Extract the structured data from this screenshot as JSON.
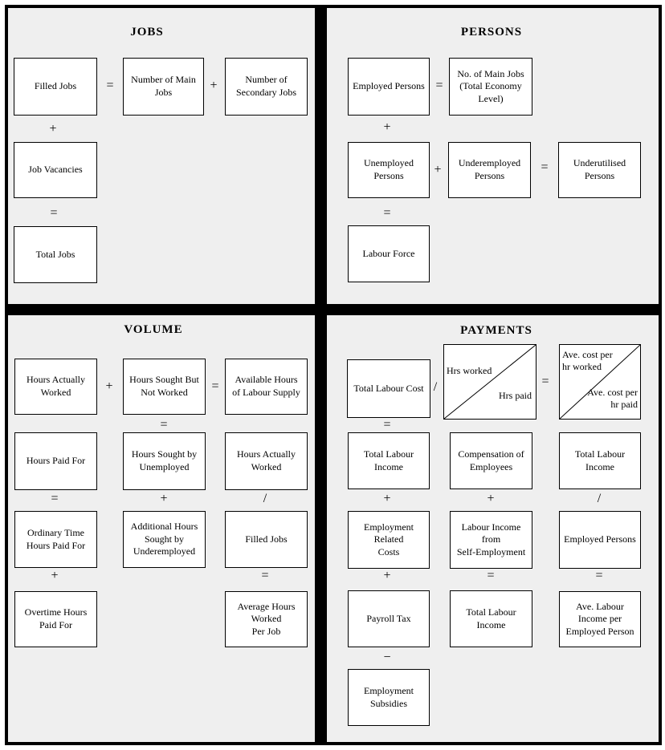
{
  "colors": {
    "page_bg": "#ffffff",
    "panel_bg": "#efefef",
    "line": "#000000",
    "box_bg": "#ffffff"
  },
  "jobs": {
    "title": "JOBS",
    "boxes": {
      "filled_jobs": "Filled Jobs",
      "number_of_main_jobs": "Number of Main\nJobs",
      "number_of_secondary_jobs": "Number of\nSecondary Jobs",
      "job_vacancies": "Job Vacancies",
      "total_jobs": "Total Jobs"
    },
    "ops": {
      "eq1": "=",
      "plus1": "+",
      "plus2": "+",
      "eq2": "="
    }
  },
  "persons": {
    "title": "PERSONS",
    "boxes": {
      "employed_persons": "Employed Persons",
      "no_of_main_jobs_total_economy": "No. of Main Jobs\n(Total Economy\nLevel)",
      "unemployed_persons": "Unemployed\nPersons",
      "underemployed_persons": "Underemployed\nPersons",
      "underutilised_persons": "Underutilised\nPersons",
      "labour_force": "Labour Force"
    },
    "ops": {
      "eq1": "=",
      "plus1": "+",
      "plus2": "+",
      "eq2": "=",
      "eq3": "="
    }
  },
  "volume": {
    "title": "VOLUME",
    "boxes": {
      "hours_actually_worked": "Hours Actually\nWorked",
      "hours_sought_but_not_worked": "Hours Sought But\nNot Worked",
      "available_hours_of_labour_supply": "Available Hours\nof Labour Supply",
      "hours_paid_for": "Hours Paid For",
      "hours_sought_by_unemployed": "Hours Sought by\nUnemployed",
      "hours_actually_worked_2": "Hours Actually\nWorked",
      "ordinary_time_hours_paid_for": "Ordinary Time\nHours Paid For",
      "additional_hours_sought_by_underemployed": "Additional Hours\nSought by\nUnderemployed",
      "filled_jobs": "Filled Jobs",
      "overtime_hours_paid_for": "Overtime Hours\nPaid For",
      "average_hours_worked_per_job": "Average Hours\nWorked\nPer Job"
    },
    "ops": {
      "plus1": "+",
      "eq1": "=",
      "eq2": "=",
      "eq3": "=",
      "plus2": "+",
      "div1": "/",
      "plus3": "+",
      "eq4": "="
    }
  },
  "payments": {
    "title": "PAYMENTS",
    "boxes": {
      "total_labour_cost": "Total Labour Cost",
      "hrs_worked": "Hrs worked",
      "hrs_paid": "Hrs paid",
      "ave_cost_per_hr_worked": "Ave. cost per\nhr worked",
      "ave_cost_per_hr_paid": "Ave. cost per\nhr paid",
      "total_labour_income_1": "Total Labour\nIncome",
      "compensation_of_employees": "Compensation of\nEmployees",
      "total_labour_income_2": "Total Labour\nIncome",
      "employment_related_costs": "Employment\nRelated\nCosts",
      "labour_income_from_self_employment": "Labour Income\nfrom\nSelf-Employment",
      "employed_persons": "Employed Persons",
      "payroll_tax": "Payroll Tax",
      "total_labour_income_3": "Total Labour\nIncome",
      "ave_labour_income_per_employed_person": "Ave. Labour\nIncome per\nEmployed Person",
      "employment_subsidies": "Employment\nSubsidies"
    },
    "ops": {
      "div1": "/",
      "eq1": "=",
      "eq2": "=",
      "plus1": "+",
      "plus2": "+",
      "div2": "/",
      "plus3": "+",
      "eq3": "=",
      "eq4": "=",
      "minus1": "−"
    }
  }
}
